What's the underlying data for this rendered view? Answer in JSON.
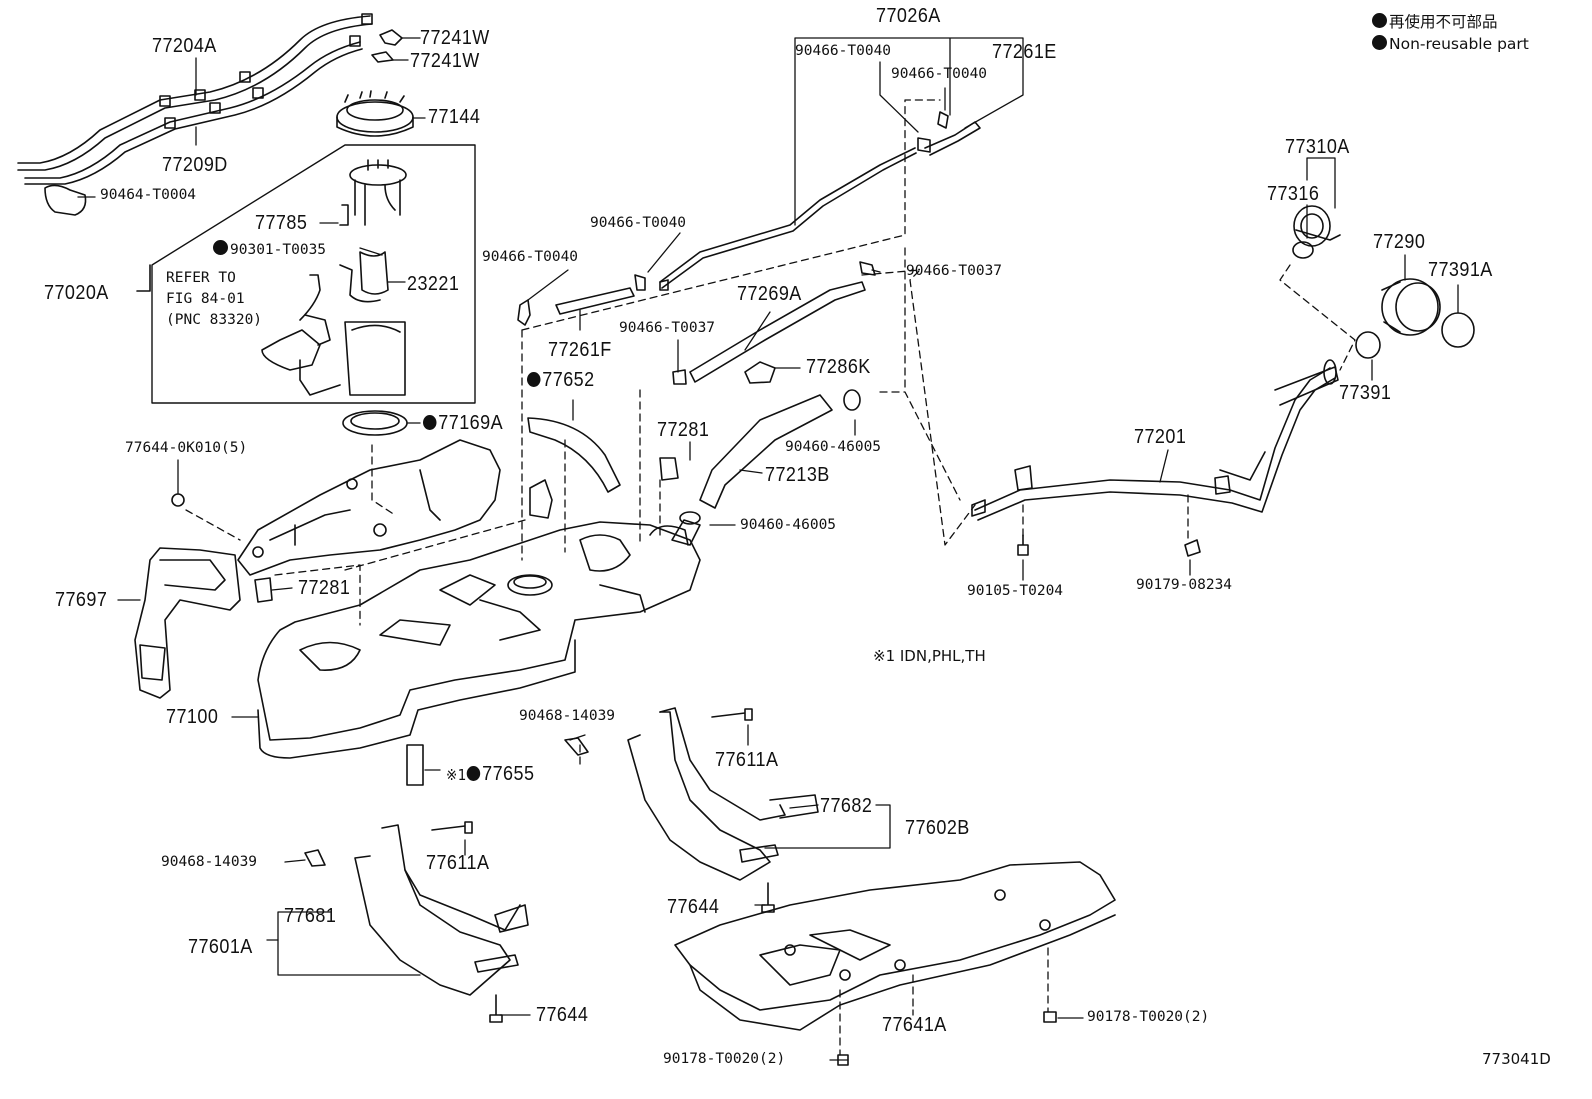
{
  "diagram": {
    "legend": {
      "line1": "再使用不可部品",
      "line2": "Non-reusable part"
    },
    "refer_note": {
      "line1": "REFER TO",
      "line2": "FIG 84-01",
      "line3": "(PNC 83320)"
    },
    "region_note": "※1 IDN,PHL,TH",
    "figure_code": "773041D",
    "labels": {
      "l77204A": "77204A",
      "l77241W_a": "77241W",
      "l77241W_b": "77241W",
      "l77144": "77144",
      "l77209D": "77209D",
      "l90464_T0004": "90464-T0004",
      "l77785": "77785",
      "l90301_T0035": "90301-T0035",
      "l77020A": "77020A",
      "l23221": "23221",
      "l77169A": "77169A",
      "l77644_0K010": "77644-0K010(5)",
      "l77697": "77697",
      "l77281_a": "77281",
      "l77100": "77100",
      "l77026A": "77026A",
      "l90466_T0040_a": "90466-T0040",
      "l90466_T0040_b": "90466-T0040",
      "l77261E": "77261E",
      "l90466_T0040_c": "90466-T0040",
      "l90466_T0040_d": "90466-T0040",
      "l77261F": "77261F",
      "l77652": "77652",
      "l90466_T0037_a": "90466-T0037",
      "l90466_T0037_b": "90466-T0037",
      "l77269A": "77269A",
      "l77286K": "77286K",
      "l77281_b": "77281",
      "l90460_46005_a": "90460-46005",
      "l77213B": "77213B",
      "l90460_46005_b": "90460-46005",
      "l77310A": "77310A",
      "l77316": "77316",
      "l77290": "77290",
      "l77391A": "77391A",
      "l77391": "77391",
      "l77201": "77201",
      "l90105_T0204": "90105-T0204",
      "l90179_08234": "90179-08234",
      "l90468_14039_a": "90468-14039",
      "l77611A_a": "77611A",
      "l77655_prefix": "※1",
      "l77655": "77655",
      "l77682": "77682",
      "l77602B": "77602B",
      "l77644_a": "77644",
      "l90468_14039_b": "90468-14039",
      "l77611A_b": "77611A",
      "l77681": "77681",
      "l77601A": "77601A",
      "l77644_b": "77644",
      "l77641A": "77641A",
      "l90178_T0020_a": "90178-T0020(2)",
      "l90178_T0020_b": "90178-T0020(2)"
    }
  }
}
